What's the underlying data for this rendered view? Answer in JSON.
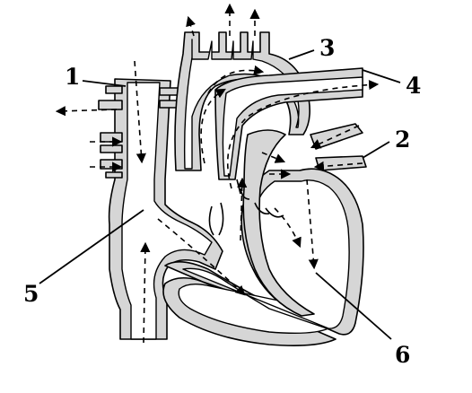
{
  "labels": {
    "l1": "1",
    "l2": "2",
    "l3": "3",
    "l4": "4",
    "l5": "5",
    "l6": "6"
  },
  "colors": {
    "wall": "#d6d6d6",
    "stroke": "#000000",
    "background": "#ffffff"
  }
}
